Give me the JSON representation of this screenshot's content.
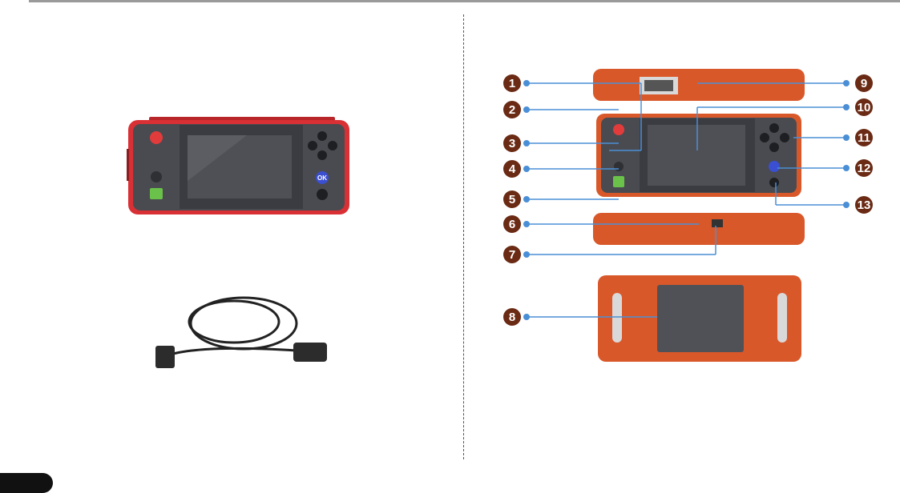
{
  "callouts": {
    "left": [
      "1",
      "2",
      "3",
      "4",
      "5",
      "6",
      "7",
      "8"
    ],
    "right": [
      "9",
      "10",
      "11",
      "12",
      "13"
    ]
  },
  "device_buttons": {
    "ok_label": "OK"
  },
  "colors": {
    "device_red": "#c8342a",
    "device_orange": "#d9582a",
    "callout_brown": "#6a2a14",
    "leader_blue": "#4a8fd6"
  }
}
